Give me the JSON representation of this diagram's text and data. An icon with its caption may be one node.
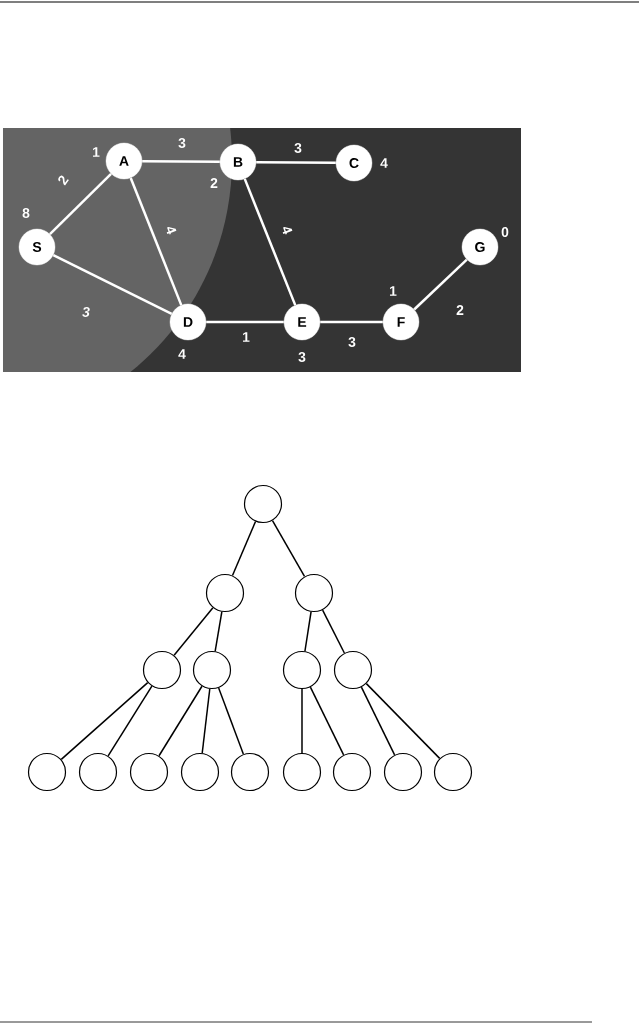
{
  "diagram": {
    "nodes": [
      {
        "text": [
          "S"
        ],
        "beside": [
          "8"
        ]
      },
      {
        "text": [
          "A"
        ],
        "beside": [
          "1"
        ]
      },
      {
        "text": [
          "B"
        ],
        "beside": [
          "2"
        ]
      },
      {
        "text": [
          "C"
        ],
        "beside": [
          "4"
        ]
      },
      {
        "text": [
          "D"
        ],
        "beside": [
          "4"
        ]
      },
      {
        "text": [
          "E"
        ],
        "beside": [
          "3"
        ]
      },
      {
        "text": [
          "F"
        ],
        "beside": [
          "1"
        ]
      },
      {
        "text": [
          "G"
        ],
        "beside": [
          "0"
        ]
      },
      {
        "text": [],
        "shape": "circle"
      },
      {
        "text": [],
        "shape": "circle"
      },
      {
        "text": [],
        "shape": "circle"
      },
      {
        "text": [],
        "shape": "circle"
      },
      {
        "text": [],
        "shape": "circle"
      },
      {
        "text": [],
        "shape": "circle"
      },
      {
        "text": [],
        "shape": "circle"
      },
      {
        "text": [],
        "shape": "circle"
      },
      {
        "text": [],
        "shape": "circle"
      },
      {
        "text": [],
        "shape": "circle"
      },
      {
        "text": [],
        "shape": "circle"
      },
      {
        "text": [],
        "shape": "circle"
      },
      {
        "text": [],
        "shape": "circle"
      },
      {
        "text": [],
        "shape": "circle"
      },
      {
        "text": [],
        "shape": "circle"
      },
      {
        "text": [],
        "shape": "circle"
      }
    ],
    "edges": [
      {
        "from": 0,
        "to": 1,
        "arrow": "none",
        "label": "2",
        "color": "#ffffff"
      },
      {
        "from": 1,
        "to": 2,
        "arrow": "none",
        "label": "3",
        "color": "#ffffff"
      },
      {
        "from": 2,
        "to": 3,
        "arrow": "none",
        "label": "3",
        "color": "#ffffff"
      },
      {
        "from": 1,
        "to": 4,
        "arrow": "none",
        "label": "4",
        "color": "#ffffff"
      },
      {
        "from": 2,
        "to": 5,
        "arrow": "none",
        "label": "4",
        "color": "#ffffff"
      },
      {
        "from": 0,
        "to": 4,
        "arrow": "none",
        "label": "3",
        "color": "#ffffff"
      },
      {
        "from": 4,
        "to": 5,
        "arrow": "none",
        "label": "1",
        "color": "#ffffff"
      },
      {
        "from": 5,
        "to": 6,
        "arrow": "none",
        "label": "3",
        "color": "#ffffff"
      },
      {
        "from": 6,
        "to": 7,
        "arrow": "none",
        "label": "2",
        "color": "#ffffff"
      },
      {
        "from": 8,
        "to": 9,
        "arrow": "none"
      },
      {
        "from": 8,
        "to": 10,
        "arrow": "none"
      },
      {
        "from": 9,
        "to": 11,
        "arrow": "none"
      },
      {
        "from": 9,
        "to": 12,
        "arrow": "none"
      },
      {
        "from": 10,
        "to": 13,
        "arrow": "none"
      },
      {
        "from": 10,
        "to": 14,
        "arrow": "none"
      },
      {
        "from": 11,
        "to": 15,
        "arrow": "none"
      },
      {
        "from": 11,
        "to": 16,
        "arrow": "none"
      },
      {
        "from": 12,
        "to": 17,
        "arrow": "none"
      },
      {
        "from": 12,
        "to": 18,
        "arrow": "none"
      },
      {
        "from": 12,
        "to": 19,
        "arrow": "none"
      },
      {
        "from": 13,
        "to": 20,
        "arrow": "none"
      },
      {
        "from": 13,
        "to": 21,
        "arrow": "none"
      },
      {
        "from": 14,
        "to": 22,
        "arrow": "none"
      },
      {
        "from": 14,
        "to": 23,
        "arrow": "none"
      }
    ]
  }
}
